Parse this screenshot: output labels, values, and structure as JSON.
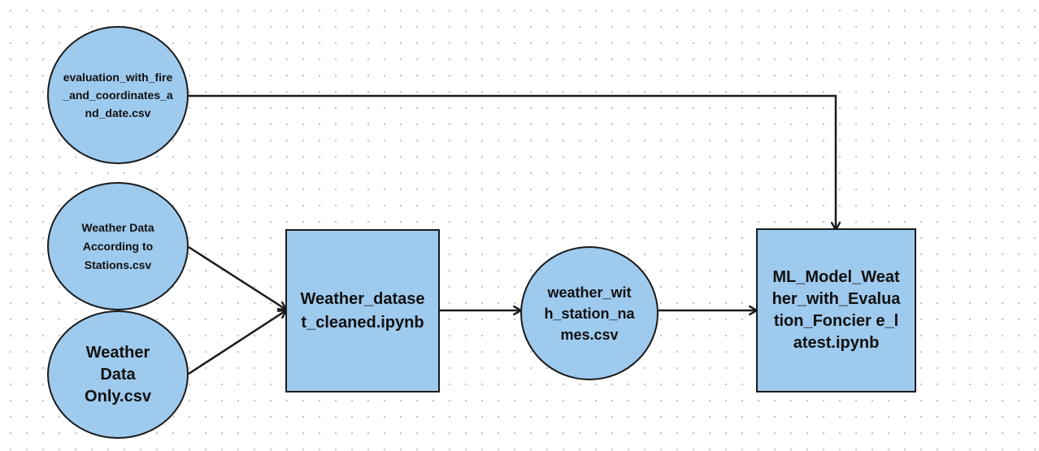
{
  "diagram": {
    "colors": {
      "node_fill": "#9ecaee",
      "stroke": "#1a1a1a",
      "dot_grid": "#c4c8cc",
      "background": "#ffffff"
    },
    "nodes": {
      "eval_csv": {
        "shape": "circle",
        "label": "evaluation_with_fire_and_coordinates_and_date.csv"
      },
      "stations_csv": {
        "shape": "circle",
        "label": "Weather Data According to Stations.csv"
      },
      "weather_only_csv": {
        "shape": "circle",
        "label": "Weather Data Only.csv"
      },
      "cleaned_notebook": {
        "shape": "rectangle",
        "label": "Weather_dataset_cleaned.ipynb"
      },
      "station_names_csv": {
        "shape": "circle",
        "label": "weather_with_station_names.csv"
      },
      "ml_model_notebook": {
        "shape": "rectangle",
        "label": "ML_Model_Weather_with_Evaluation_Foncier e_latest.ipynb"
      }
    },
    "edges": [
      {
        "from": "eval_csv",
        "to": "ml_model_notebook"
      },
      {
        "from": "stations_csv",
        "to": "cleaned_notebook"
      },
      {
        "from": "weather_only_csv",
        "to": "cleaned_notebook"
      },
      {
        "from": "cleaned_notebook",
        "to": "station_names_csv"
      },
      {
        "from": "station_names_csv",
        "to": "ml_model_notebook"
      }
    ]
  }
}
